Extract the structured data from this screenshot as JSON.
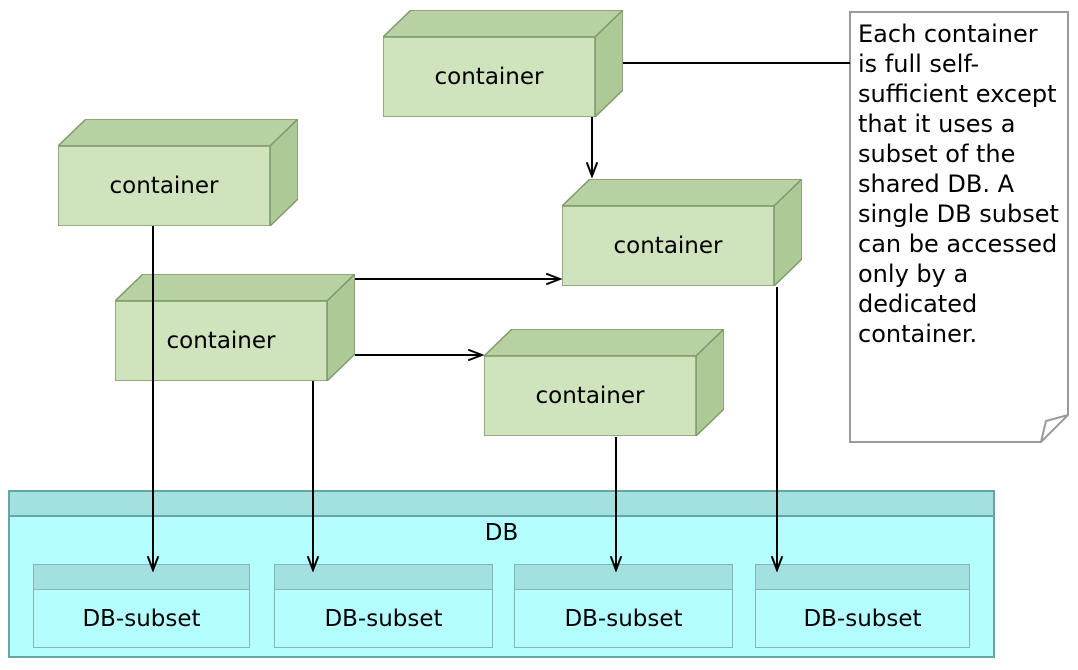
{
  "containers": [
    {
      "id": "top",
      "label": "container"
    },
    {
      "id": "left",
      "label": "container"
    },
    {
      "id": "middle-right",
      "label": "container"
    },
    {
      "id": "middle-left",
      "label": "container"
    },
    {
      "id": "center",
      "label": "container"
    }
  ],
  "note": {
    "text": "Each container\nis full self-\nsufficient except\nthat it uses a\nsubset of the\nshared DB. A\nsingle DB subset\ncan be accessed\nonly by a\ndedicated\ncontainer."
  },
  "db": {
    "label": "DB",
    "subsets": [
      {
        "label": "DB-subset"
      },
      {
        "label": "DB-subset"
      },
      {
        "label": "DB-subset"
      },
      {
        "label": "DB-subset"
      }
    ]
  },
  "colors": {
    "container_front": "#cfe3bd",
    "container_top": "#b7d1a2",
    "container_side": "#adc996",
    "container_border": "#7f996b",
    "db_band": "#a3e1e1",
    "db_body": "#b4feff",
    "db_border": "#64a5a5",
    "subset_border": "#87b3b3",
    "note_border": "#9a9a9a",
    "connector": "#000000"
  }
}
